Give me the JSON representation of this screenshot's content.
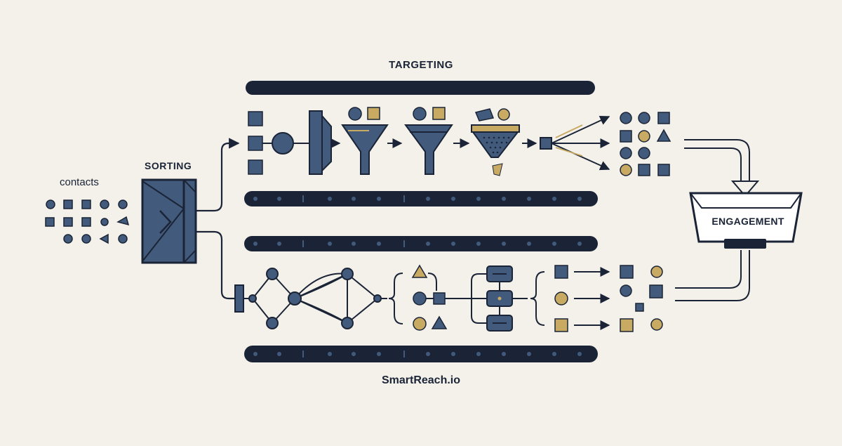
{
  "labels": {
    "top_stage": "TARGETING",
    "left_stage": "SORTING",
    "input": "contacts",
    "output": "ENGAGEMENT",
    "brand": "SmartReach.io"
  },
  "colors": {
    "background": "#f3f1ea",
    "navy": "#1b2436",
    "slate_blue": "#425a7c",
    "gold": "#c9aa62"
  }
}
